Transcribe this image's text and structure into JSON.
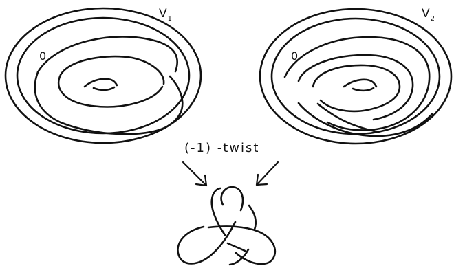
{
  "diagram": {
    "left_torus": {
      "label": "V",
      "label_subscript": "1",
      "curve_label": "0"
    },
    "right_torus": {
      "label": "V",
      "label_subscript": "2",
      "curve_label": "0"
    },
    "operation_label": "(-1) -twist",
    "result": {
      "icon": "trefoil-knot-icon"
    }
  }
}
